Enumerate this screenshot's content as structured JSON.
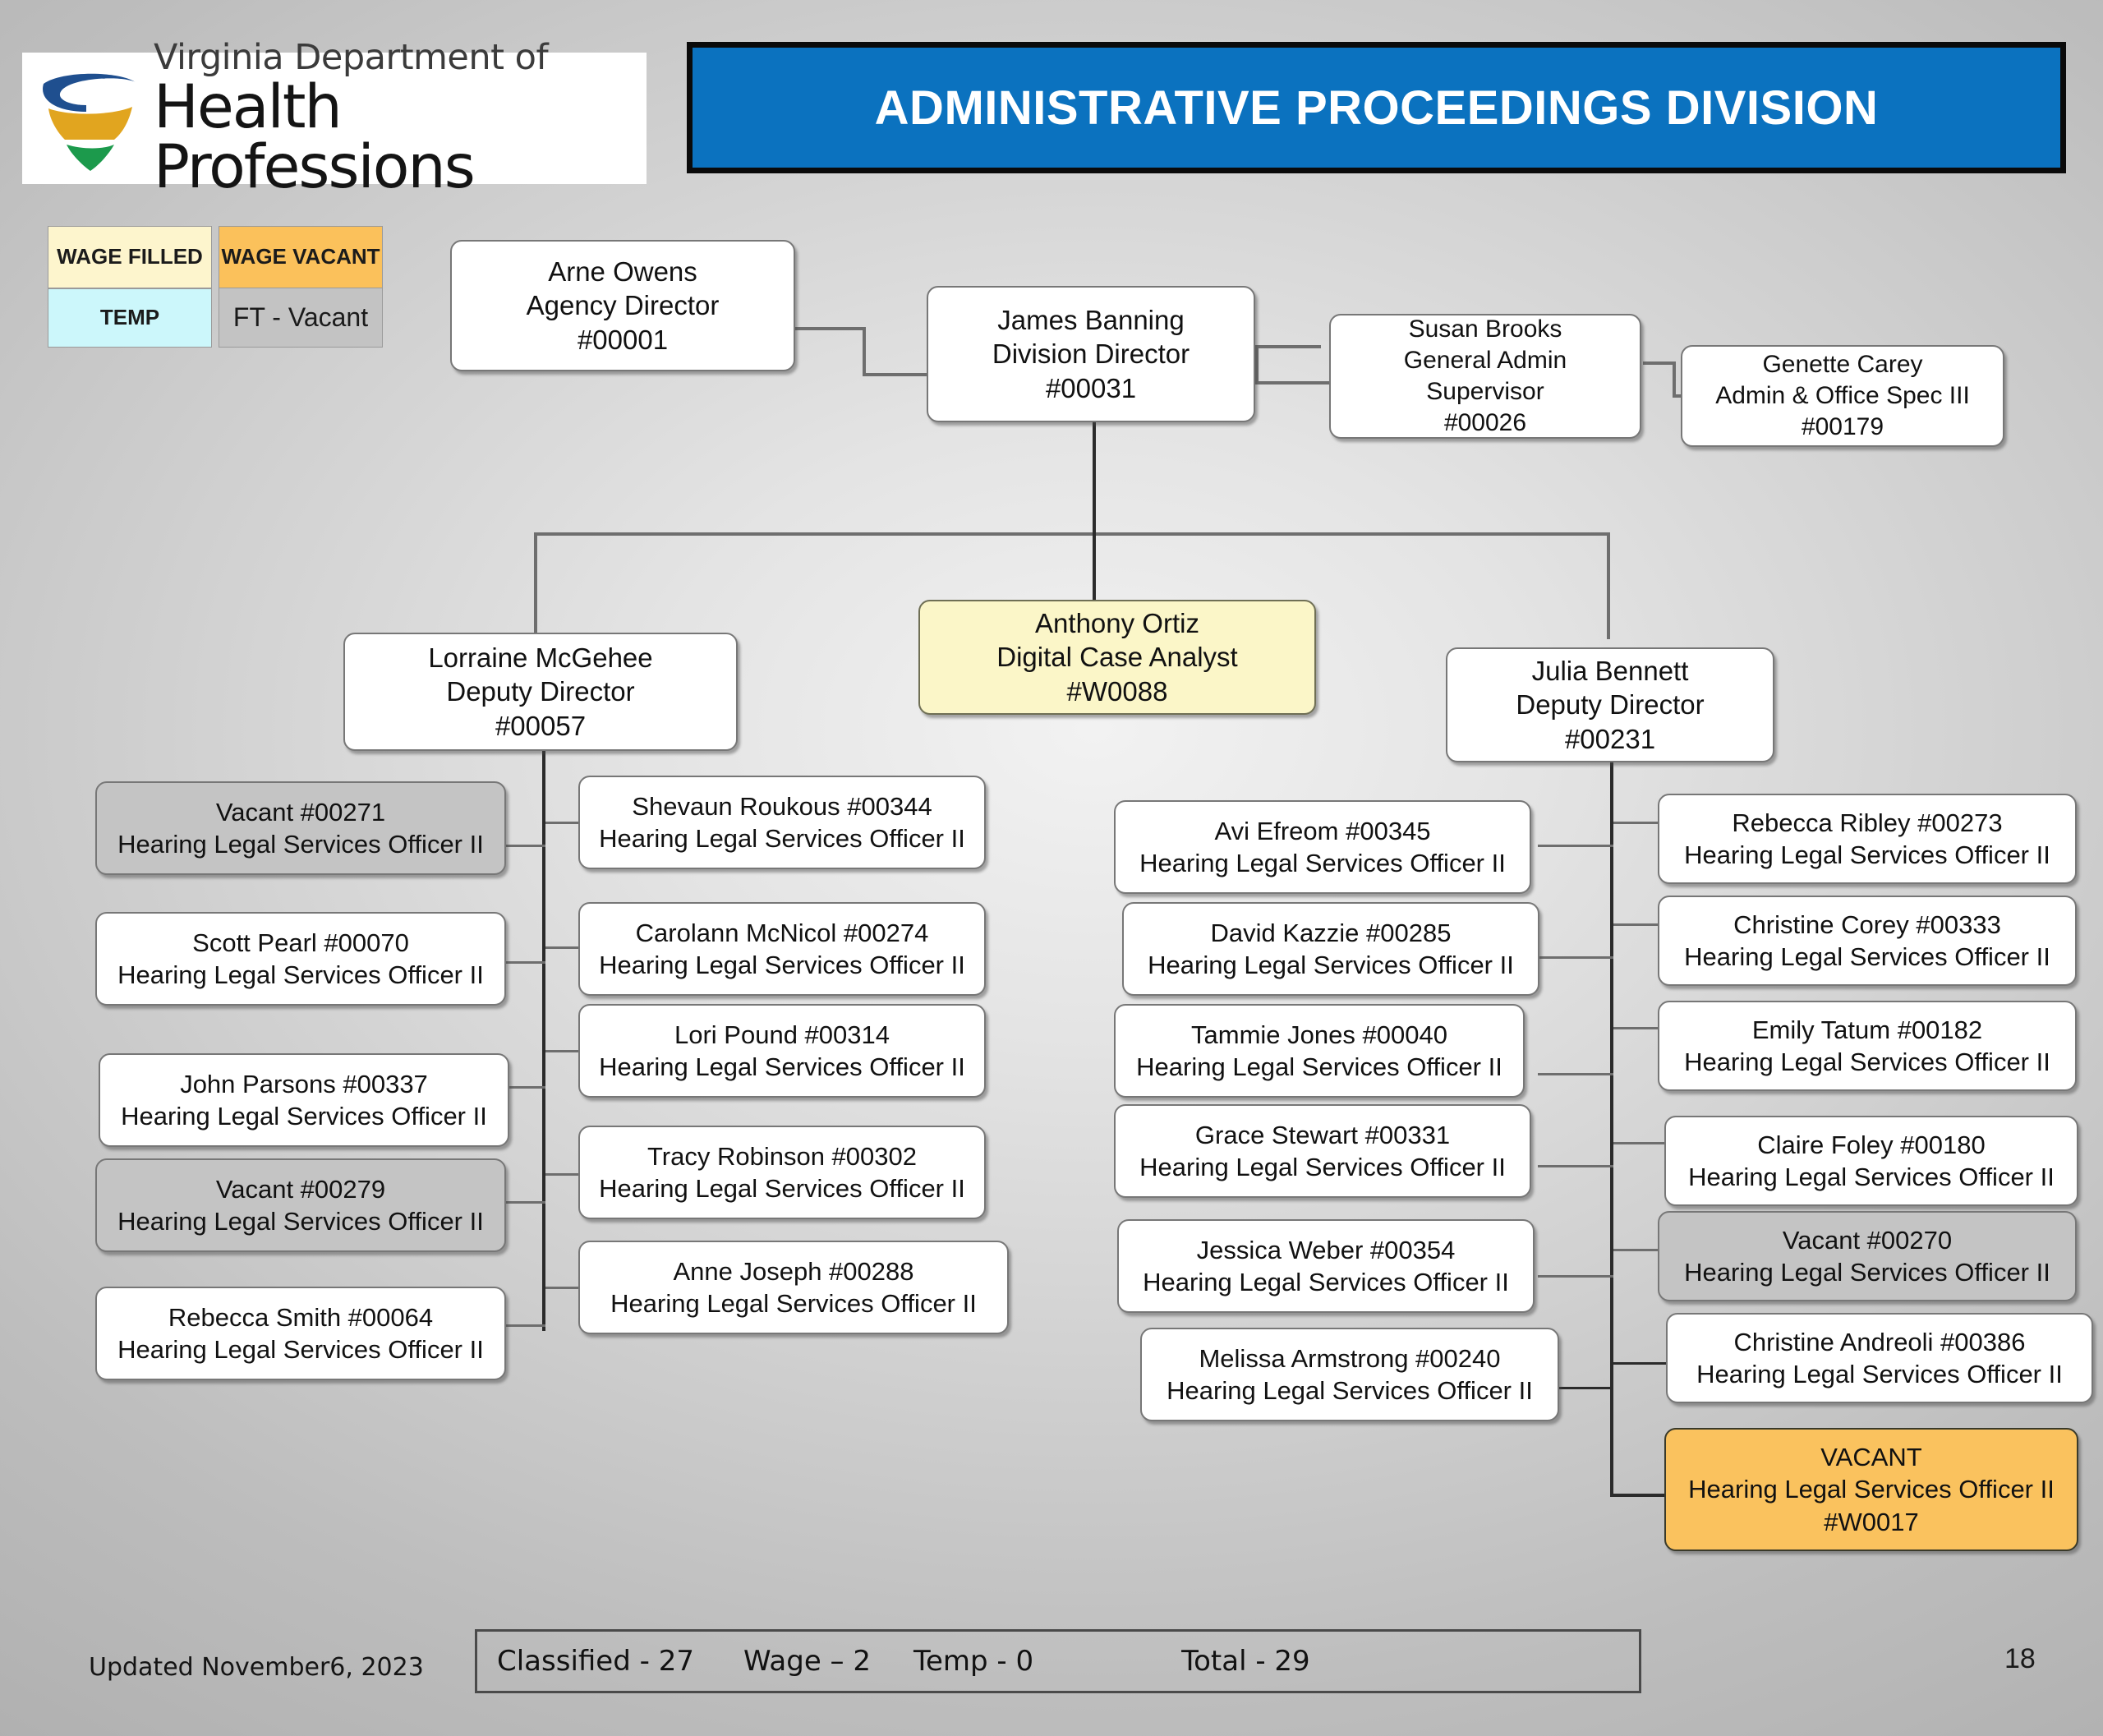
{
  "header": {
    "logo_line1": "Virginia Department of",
    "logo_line2": "Health Professions",
    "banner_title": "ADMINISTRATIVE PROCEEDINGS DIVISION",
    "banner_color": "#0b72bf"
  },
  "legend": {
    "wage_filled": "WAGE FILLED",
    "temp": "TEMP",
    "wage_vacant": "WAGE VACANT",
    "ft_vacant": "FT - Vacant",
    "colors": {
      "wage_filled": "#fdf5cd",
      "temp": "#ccf7fb",
      "wage_vacant": "#fbc15b",
      "ft_vacant": "#c3c3c3"
    }
  },
  "nodes": {
    "agency_director": {
      "name": "Arne Owens",
      "title": "Agency Director",
      "id": "#00001"
    },
    "division_director": {
      "name": "James Banning",
      "title": "Division Director",
      "id": "#00031"
    },
    "general_admin_supervisor": {
      "name": "Susan Brooks",
      "title": "General Admin",
      "title2": "Supervisor",
      "id": "#00026"
    },
    "admin_office_spec": {
      "name": "Genette Carey",
      "title": "Admin & Office Spec III",
      "id": "#00179"
    },
    "deputy_left": {
      "name": "Lorraine McGehee",
      "title": "Deputy Director",
      "id": "#00057"
    },
    "digital_case_analyst": {
      "name": "Anthony Ortiz",
      "title": "Digital Case Analyst",
      "id": "#W0088"
    },
    "deputy_right": {
      "name": "Julia Bennett",
      "title": "Deputy Director",
      "id": "#00231"
    }
  },
  "staff_title": "Hearing Legal Services Officer II",
  "columns": {
    "col1": [
      {
        "name": "Vacant #00271",
        "title": "Hearing Legal Services Officer II",
        "status": "vacant"
      },
      {
        "name": "Scott Pearl #00070",
        "title": "Hearing Legal Services Officer II",
        "status": "filled"
      },
      {
        "name": "John Parsons #00337",
        "title": "Hearing Legal Services Officer II",
        "status": "filled"
      },
      {
        "name": "Vacant #00279",
        "title": "Hearing Legal Services Officer II",
        "status": "vacant"
      },
      {
        "name": "Rebecca Smith #00064",
        "title": "Hearing Legal Services Officer II",
        "status": "filled"
      }
    ],
    "col2": [
      {
        "name": "Shevaun Roukous #00344",
        "title": "Hearing Legal Services Officer II",
        "status": "filled"
      },
      {
        "name": "Carolann McNicol #00274",
        "title": "Hearing Legal Services Officer II",
        "status": "filled"
      },
      {
        "name": "Lori Pound #00314",
        "title": "Hearing Legal Services Officer II",
        "status": "filled"
      },
      {
        "name": "Tracy Robinson #00302",
        "title": "Hearing Legal Services Officer II",
        "status": "filled"
      },
      {
        "name": "Anne Joseph #00288",
        "title": "Hearing Legal Services Officer II",
        "status": "filled"
      }
    ],
    "col3": [
      {
        "name": "Avi Efreom #00345",
        "title": "Hearing Legal Services Officer II",
        "status": "filled"
      },
      {
        "name": "David Kazzie #00285",
        "title": "Hearing Legal Services Officer II",
        "status": "filled"
      },
      {
        "name": "Tammie Jones #00040",
        "title": "Hearing Legal Services Officer II",
        "status": "filled"
      },
      {
        "name": "Grace Stewart #00331",
        "title": "Hearing Legal Services Officer II",
        "status": "filled"
      },
      {
        "name": "Jessica Weber #00354",
        "title": "Hearing Legal Services Officer II",
        "status": "filled"
      },
      {
        "name": "Melissa Armstrong #00240",
        "title": "Hearing Legal Services Officer II",
        "status": "filled"
      }
    ],
    "col4": [
      {
        "name": "Rebecca Ribley #00273",
        "title": "Hearing Legal Services Officer II",
        "status": "filled"
      },
      {
        "name": "Christine Corey #00333",
        "title": "Hearing Legal Services Officer II",
        "status": "filled"
      },
      {
        "name": "Emily Tatum #00182",
        "title": "Hearing Legal Services Officer II",
        "status": "filled"
      },
      {
        "name": "Claire Foley #00180",
        "title": "Hearing Legal Services Officer II",
        "status": "filled"
      },
      {
        "name": "Vacant #00270",
        "title": "Hearing Legal Services Officer II",
        "status": "vacant"
      },
      {
        "name": "Christine Andreoli #00386",
        "title": "Hearing Legal Services Officer II",
        "status": "filled"
      },
      {
        "name": "VACANT",
        "title": "Hearing Legal Services Officer II",
        "id": "#W0017",
        "status": "wage-vacant"
      }
    ]
  },
  "footer": {
    "updated": "Updated November6, 2023",
    "classified": "Classified - 27",
    "wage": "Wage – 2",
    "temp": "Temp - 0",
    "total": "Total - 29",
    "page_number": "18"
  }
}
